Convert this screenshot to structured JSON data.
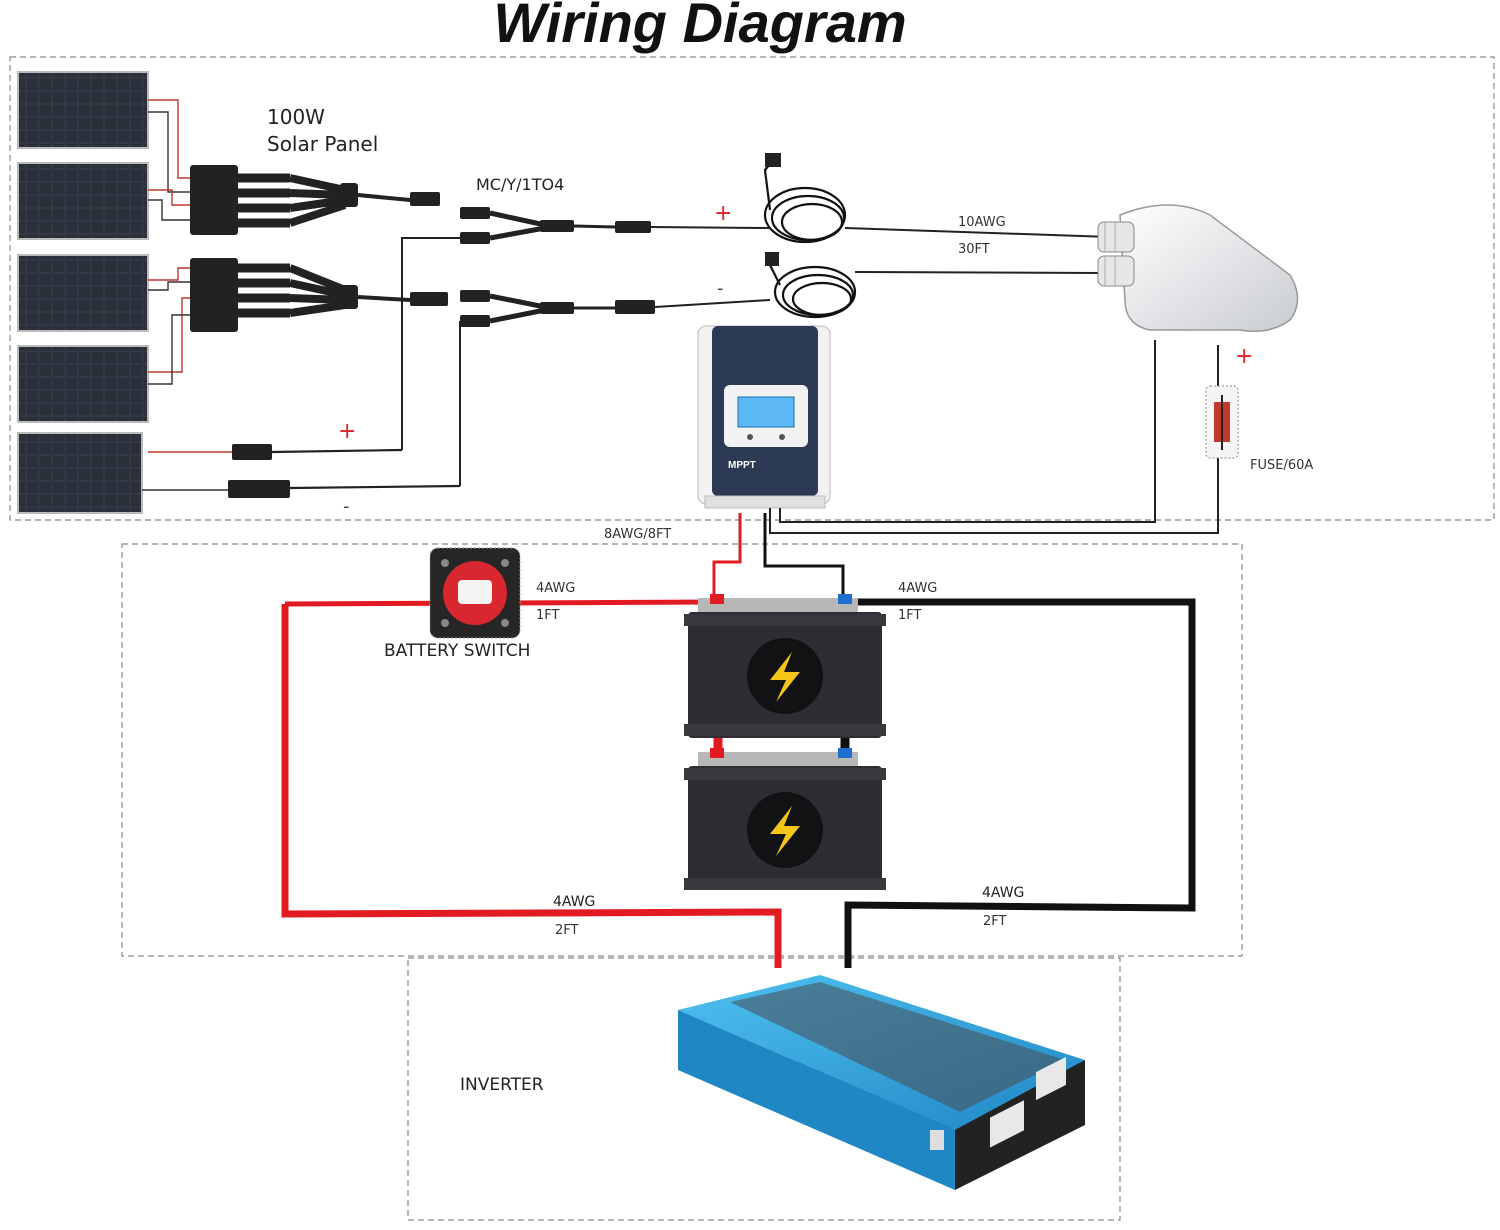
{
  "title": "Wiring Diagram",
  "panel_label_line1": "100W",
  "panel_label_line2": "Solar Panel",
  "branch_label": "MC/Y/1TO4",
  "pv_cable_gauge": "10AWG",
  "pv_cable_length": "30FT",
  "controller_cable": "8AWG/8FT",
  "fuse_label": "FUSE/60A",
  "switch_label": "BATTERY SWITCH",
  "top_pos_gauge": "4AWG",
  "top_pos_length": "1FT",
  "top_neg_gauge": "4AWG",
  "top_neg_length": "1FT",
  "inv_pos_gauge": "4AWG",
  "inv_pos_length": "2FT",
  "inv_neg_gauge": "4AWG",
  "inv_neg_length": "2FT",
  "inverter_label": "INVERTER",
  "controller_brand": "MPPT",
  "plus_sign": "+",
  "minus_sign": "-",
  "colors": {
    "positive": "#e21b23",
    "negative": "#111111",
    "inverter_body": "#2a9fd8",
    "controller_body": "#2d3a55",
    "lcd": "#5bb8f5",
    "battery": "#2f2c33"
  },
  "icons": [
    "solar-panel-icon",
    "mc4-branch-connector-icon",
    "cable-coil-icon",
    "cable-entry-gland-icon",
    "charge-controller-icon",
    "fuse-icon",
    "battery-switch-icon",
    "battery-icon",
    "lightning-bolt-icon",
    "inverter-icon"
  ]
}
